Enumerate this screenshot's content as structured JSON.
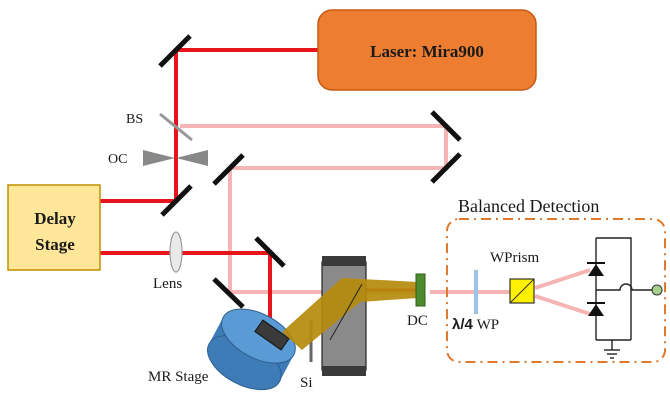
{
  "laser": {
    "label": "Laser: Mira900",
    "color": "#ED7D31",
    "stroke": "#C55A11"
  },
  "delay_stage": {
    "line1": "Delay",
    "line2": "Stage",
    "color": "#FFE699",
    "stroke": "#BF9000"
  },
  "labels": {
    "bs": "BS",
    "oc": "OC",
    "lens": "Lens",
    "mr_stage": "MR Stage",
    "si": "Si",
    "dc": "DC",
    "qwp_bold": "λ/4",
    "qwp_rest": " WP",
    "wprism": "WPrism",
    "balanced": "Balanced Detection"
  },
  "colors": {
    "beam_red": "#E8141B",
    "beam_pink": "#F5B5B5",
    "mirror": "#111111",
    "dashed_box": "#E07A2E",
    "crystal": "#B58A0C",
    "stage_blue": "#5B9BD5",
    "dc_green": "#4E8A2E",
    "prism": "#FFF200",
    "qwp": "#9DC3E6"
  }
}
